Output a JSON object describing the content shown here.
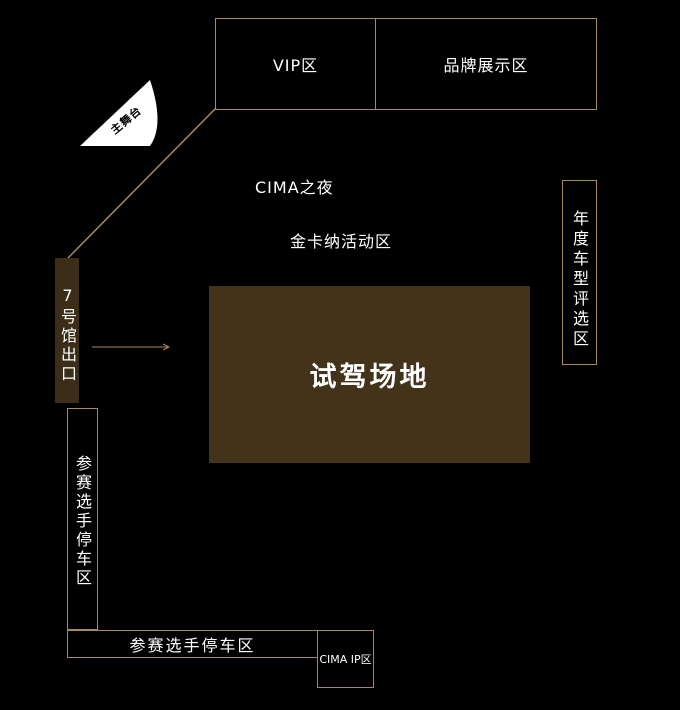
{
  "zones": {
    "vip": "VIP区",
    "brand": "品牌展示区",
    "stage": "主舞台",
    "night": "CIMA之夜",
    "karting": "金卡纳活动区",
    "award": "年度车型评选区",
    "exit": "7号馆出口",
    "test_drive": "试驾场地",
    "parking_vertical": "参赛选手停车区",
    "parking_horizontal": "参赛选手停车区",
    "cima_ip": "CIMA IP区"
  },
  "colors": {
    "border": "#a88a5a",
    "test_drive_fill": "#43331b",
    "exit_fill": "#3b2d17",
    "stage_fill": "#ffffff"
  }
}
